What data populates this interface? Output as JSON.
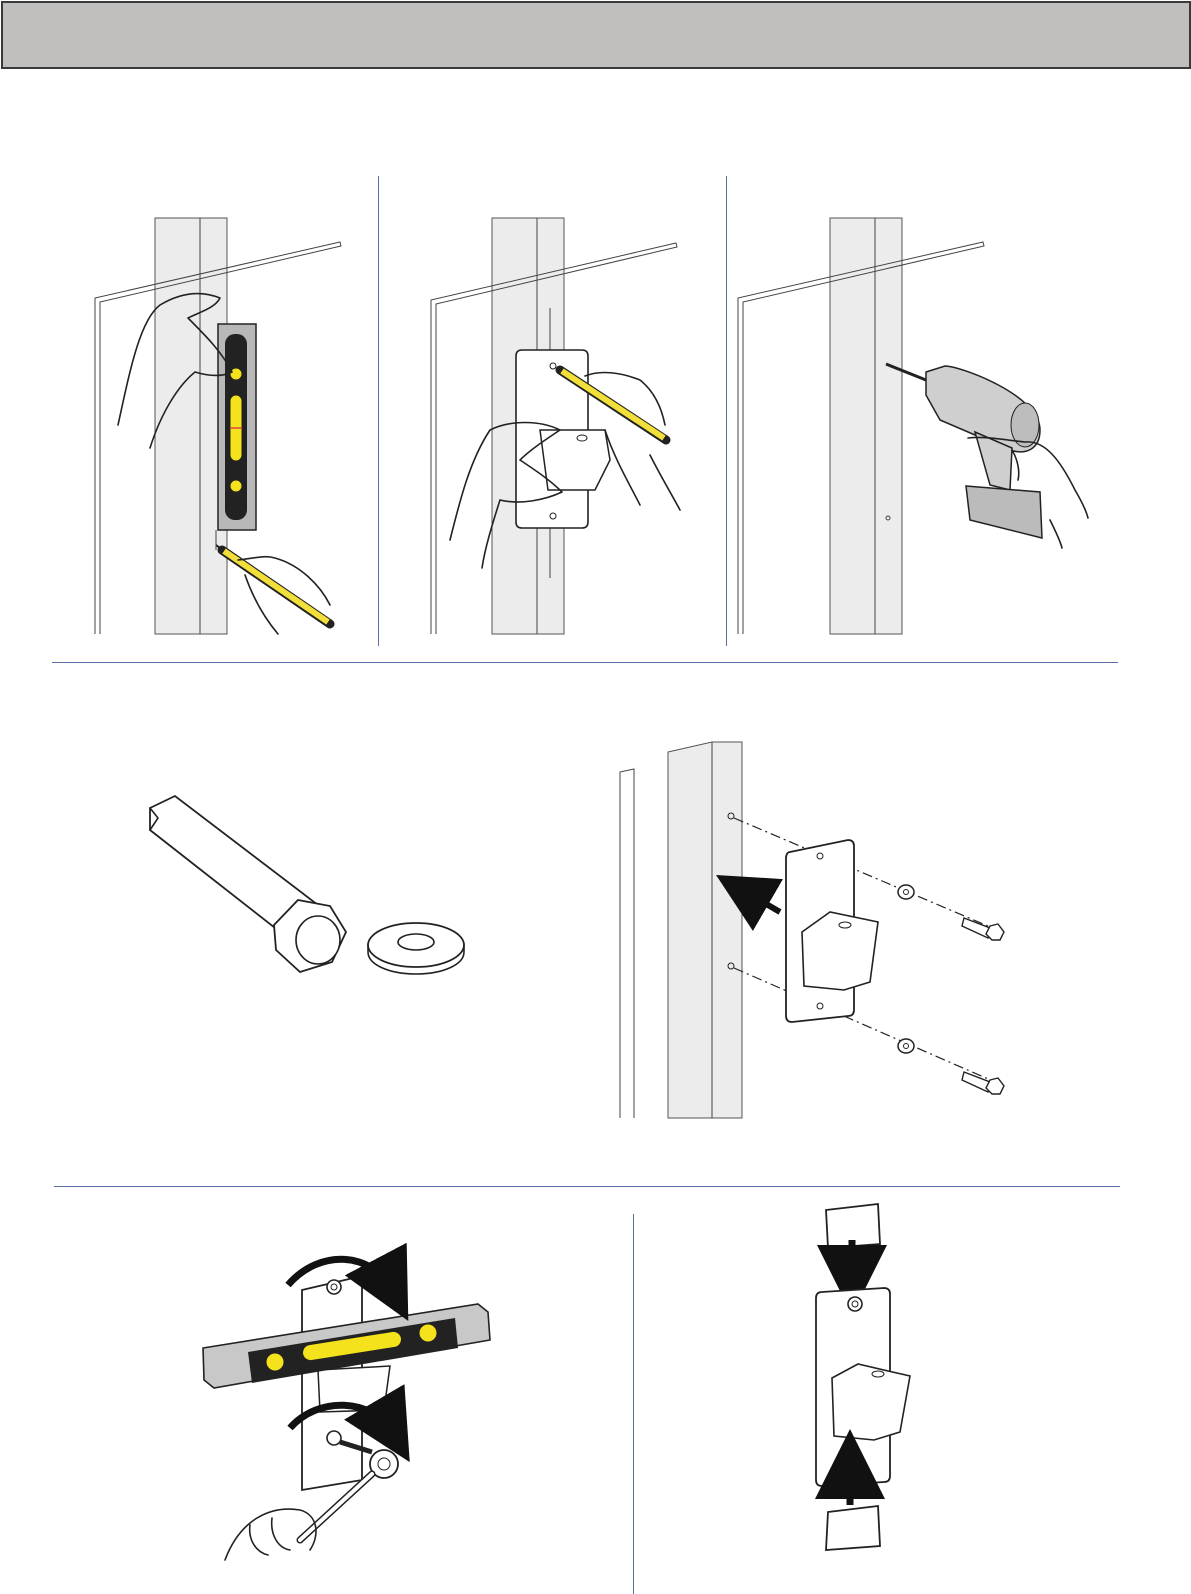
{
  "colors": {
    "header": "#c0bfbd",
    "rule": "#5a6fa6",
    "frame": "#ececec",
    "level_yellow": "#f4e21c",
    "pencil_yellow": "#f2df3a",
    "drill": "#cfcfcf"
  },
  "panels": [
    {
      "id": "mark-level",
      "icons": [
        "spirit-level-icon",
        "pencil-icon",
        "hand-icon"
      ]
    },
    {
      "id": "mark-holes",
      "icons": [
        "strike-plate-icon",
        "pencil-icon",
        "hand-icon"
      ]
    },
    {
      "id": "drill-holes",
      "icons": [
        "cordless-drill-icon",
        "hand-icon"
      ]
    },
    {
      "id": "hardware",
      "icons": [
        "hex-bolt-icon",
        "washer-icon"
      ]
    },
    {
      "id": "mount-plate",
      "icons": [
        "strike-plate-icon",
        "washer-icon",
        "hex-bolt-icon",
        "arrow-icon"
      ]
    },
    {
      "id": "tighten-level",
      "icons": [
        "spirit-level-icon",
        "ratchet-wrench-icon",
        "rotate-arrow-icon"
      ]
    },
    {
      "id": "insert-caps",
      "icons": [
        "cap-icon",
        "strike-plate-icon",
        "arrow-icon"
      ]
    }
  ]
}
